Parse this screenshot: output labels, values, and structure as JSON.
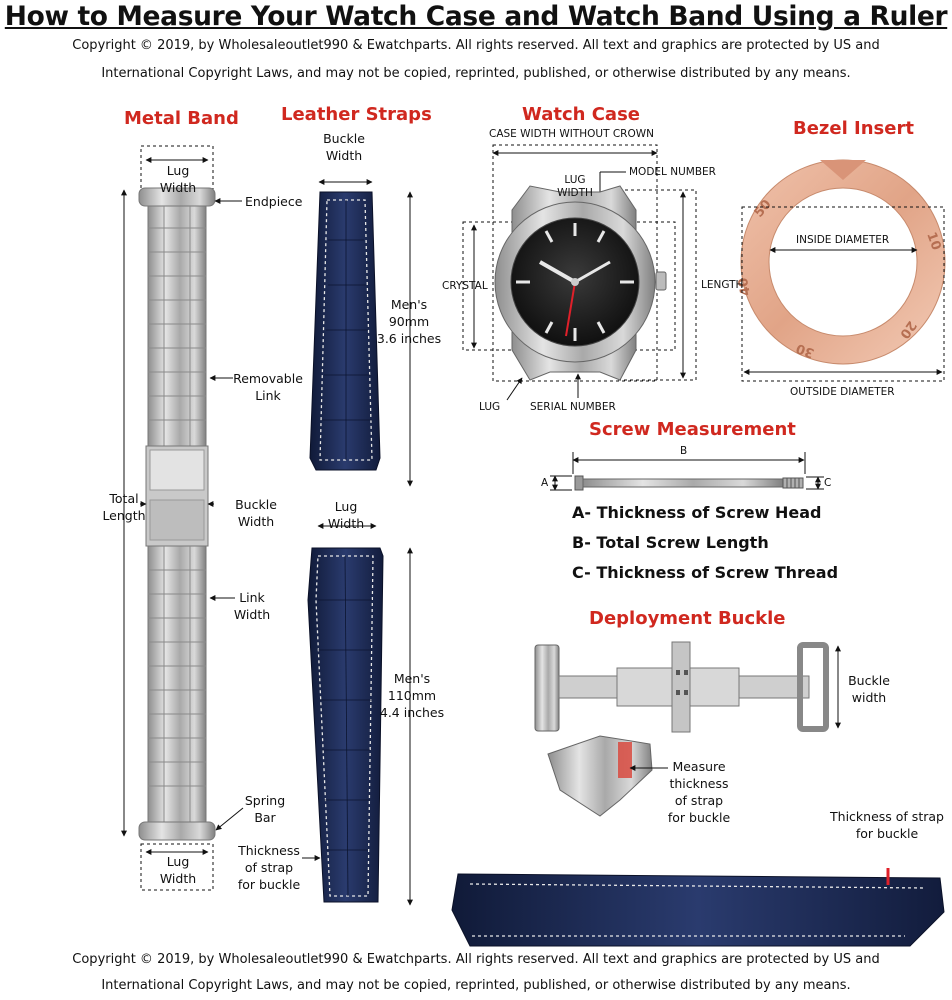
{
  "title": "How to Measure Your Watch Case and Watch Band Using a Ruler",
  "copyright_top": {
    "line1": "Copyright  © 2019, by Wholesaleoutlet990 & Ewatchparts. All rights reserved. All text and graphics are protected by US and",
    "line2": "International Copyright Laws, and may not be copied, reprinted, published, or otherwise distributed by any  means."
  },
  "metal_band": {
    "heading": "Metal Band",
    "lug_width_top": "Lug\nWidth",
    "endpiece": "Endpiece",
    "removable_link": "Removable\nLink",
    "total_length": "Total\nLength",
    "buckle_width": "Buckle\nWidth",
    "link_width": "Link\nWidth",
    "spring_bar": "Spring\nBar",
    "lug_width_bottom": "Lug\nWidth"
  },
  "leather_straps": {
    "heading": "Leather Straps",
    "buckle_width": "Buckle\nWidth",
    "short_length": "Men's\n90mm\n3.6 inches",
    "lug_width": "Lug\nWidth",
    "long_length": "Men's\n110mm\n4.4 inches",
    "thickness": "Thickness\nof strap\nfor buckle"
  },
  "watch_case": {
    "heading": "Watch Case",
    "case_width": "CASE WIDTH WITHOUT CROWN",
    "lug_width": "LUG\nWIDTH",
    "model_number": "MODEL NUMBER",
    "crystal": "CRYSTAL",
    "length": "LENGTH",
    "lug": "LUG",
    "serial_number": "SERIAL NUMBER"
  },
  "bezel_insert": {
    "heading": "Bezel Insert",
    "inside_diameter": "INSIDE DIAMETER",
    "outside_diameter": "OUTSIDE DIAMETER"
  },
  "screw_measurement": {
    "heading": "Screw Measurement",
    "label_a": "A",
    "label_b": "B",
    "label_c": "C",
    "items": [
      "A- Thickness of Screw Head",
      "B- Total Screw Length",
      "C- Thickness of Screw Thread"
    ]
  },
  "deployment_buckle": {
    "heading": "Deployment Buckle",
    "buckle_width": "Buckle\nwidth",
    "measure_thickness": "Measure\nthickness\nof strap\nfor buckle",
    "thickness_strap": "Thickness of strap\nfor buckle"
  },
  "copyright_bottom": {
    "line1": "Copyright  © 2019, by Wholesaleoutlet990 & Ewatchparts. All rights reserved. All text and graphics are protected by US and",
    "line2": "International Copyright Laws, and may not be copied, reprinted, published, or otherwise distributed by any  means."
  },
  "colors": {
    "heading_red": "#d0281f",
    "strap_navy": "#1c2a52",
    "bezel_rose": "#e3a88e",
    "steel": "#b5b5b5"
  }
}
